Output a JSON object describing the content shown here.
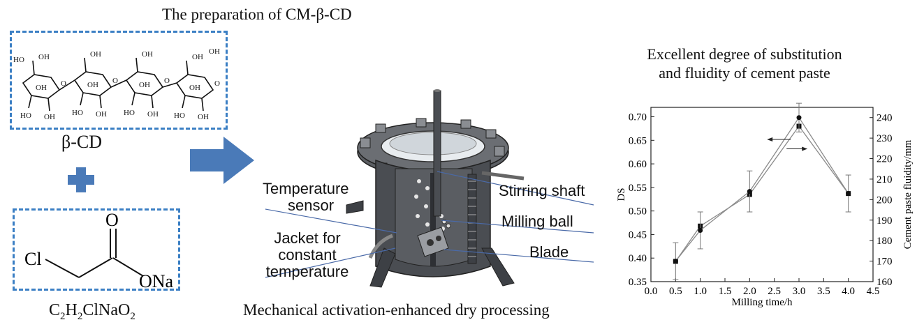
{
  "preparation_title": "The preparation of CM-β-CD",
  "beta_cd": {
    "label": "β-CD",
    "hydroxyl_label": "OH",
    "ring_oxygen_label": "O",
    "ho_label": "HO"
  },
  "chloroacetate": {
    "cl_label": "Cl",
    "o_label": "O",
    "ona_label": "ONa",
    "formula_label": "C₂H₂ClNaO₂"
  },
  "reactor": {
    "caption": "Mechanical activation-enhanced dry processing",
    "callouts": {
      "temperature_sensor": [
        "Temperature",
        "sensor"
      ],
      "jacket": [
        "Jacket for",
        "constant",
        "temperature"
      ],
      "stirring_shaft": "Stirring shaft",
      "milling_ball": "Milling ball",
      "blade": "Blade"
    }
  },
  "chart_title": [
    "Excellent degree of substitution",
    "and fluidity of cement paste"
  ],
  "chart_data": {
    "type": "line",
    "xlabel": "Milling time/h",
    "ylabel": "DS",
    "y2label": "Cement paste fluidity/mm",
    "xlim": [
      0.0,
      4.5
    ],
    "ylim": [
      0.35,
      0.72
    ],
    "y2lim": [
      160,
      245
    ],
    "x_ticks": [
      "0.0",
      "0.5",
      "1.0",
      "1.5",
      "2.0",
      "2.5",
      "3.0",
      "3.5",
      "4.0",
      "4.5"
    ],
    "y_ticks": [
      "0.35",
      "0.40",
      "0.45",
      "0.50",
      "0.55",
      "0.60",
      "0.65",
      "0.70"
    ],
    "y2_ticks": [
      "160",
      "170",
      "180",
      "190",
      "200",
      "210",
      "220",
      "230",
      "240"
    ],
    "series": [
      {
        "axis": "left",
        "marker": "square",
        "x": [
          0.5,
          1.0,
          2.0,
          3.0,
          4.0
        ],
        "y": [
          0.393,
          0.468,
          0.535,
          0.68,
          0.537
        ],
        "err": [
          0.0,
          0.0,
          0.0,
          0.0,
          0.0
        ]
      },
      {
        "axis": "right",
        "marker": "circle",
        "x": [
          0.5,
          1.0,
          2.0,
          3.0,
          4.0
        ],
        "y": [
          170,
          185,
          204,
          240,
          203
        ],
        "err": [
          9,
          9,
          10,
          7,
          9
        ]
      }
    ]
  },
  "colors": {
    "accent_blue": "#3b7fc4",
    "arrow_blue": "#4a7ab8",
    "plus_blue": "#4a7ab8",
    "reactor_dark": "#4a4d52",
    "line_gray": "#8a8a8a"
  }
}
